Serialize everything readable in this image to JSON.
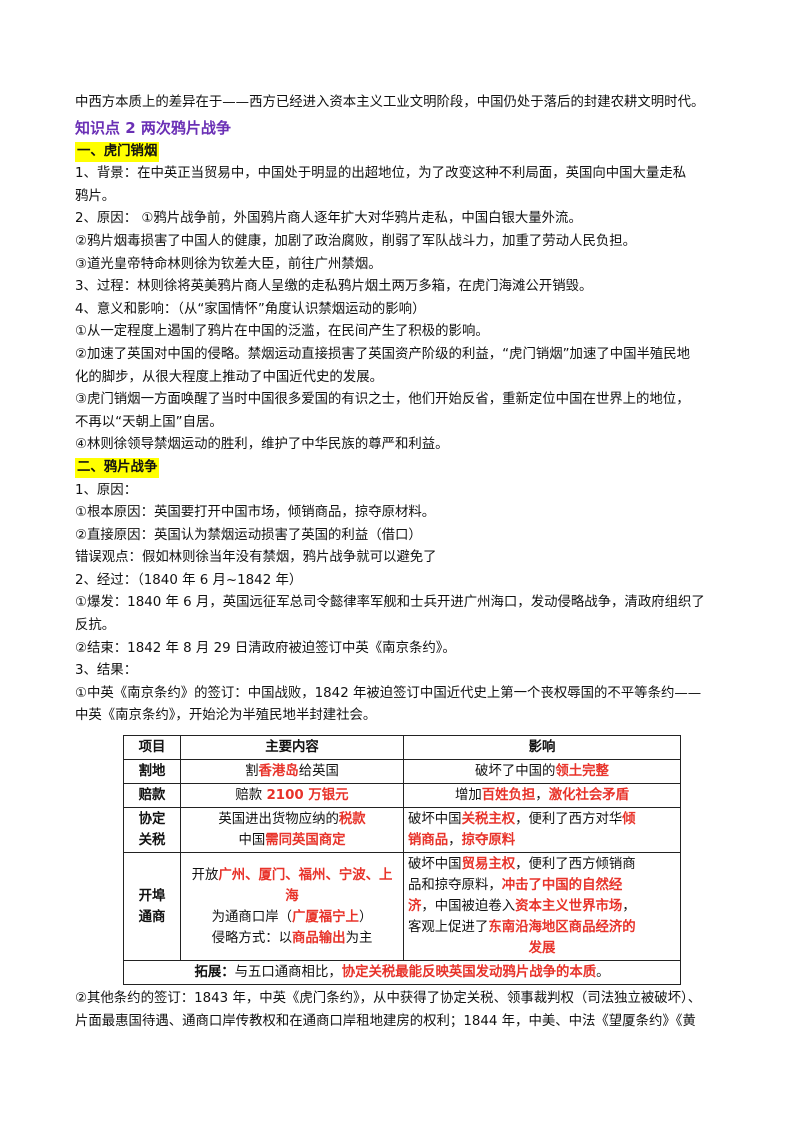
{
  "intro_line": "中西方本质上的差异在于——西方已经进入资本主义工业文明阶段，中国仍处于落后的封建农耕文明时代。",
  "kp_title": "知识点 2  两次鸦片战争",
  "sec1": {
    "title": "一、虎门销烟",
    "lines": [
      "1、背景：在中英正当贸易中，中国处于明显的出超地位，为了改变这种不利局面，英国向中国大量走私",
      "鸦片。",
      "2、原因：  ①鸦片战争前，外国鸦片商人逐年扩大对华鸦片走私，中国白银大量外流。",
      "②鸦片烟毒损害了中国人的健康，加剧了政治腐败，削弱了军队战斗力，加重了劳动人民负担。",
      "③道光皇帝特命林则徐为钦差大臣，前往广州禁烟。",
      "3、过程：林则徐将英美鸦片商人呈缴的走私鸦片烟土两万多箱，在虎门海滩公开销毁。",
      "4、意义和影响：（从“家国情怀”角度认识禁烟运动的影响）",
      "①从一定程度上遏制了鸦片在中国的泛滥，在民间产生了积极的影响。",
      "②加速了英国对中国的侵略。禁烟运动直接损害了英国资产阶级的利益，“虎门销烟”加速了中国半殖民地",
      "化的脚步，从很大程度上推动了中国近代史的发展。",
      "③虎门销烟一方面唤醒了当时中国很多爱国的有识之士，他们开始反省，重新定位中国在世界上的地位，",
      "不再以“天朝上国”自居。",
      "④林则徐领导禁烟运动的胜利，维护了中华民族的尊严和利益。"
    ]
  },
  "sec2": {
    "title": "二、鸦片战争",
    "lines": [
      "1、原因：",
      "①根本原因：英国要打开中国市场，倾销商品，掠夺原材料。",
      "②直接原因：英国认为禁烟运动损害了英国的利益（借口）",
      "错误观点：假如林则徐当年没有禁烟，鸦片战争就可以避免了",
      "2、经过：（1840 年 6 月~1842 年）",
      "①爆发：1840 年 6 月，英国远征军总司令懿律率军舰和士兵开进广州海口，发动侵略战争，清政府组织了",
      "反抗。",
      "②结束：1842 年 8 月 29 日清政府被迫签订中英《南京条约》。",
      "3、结果：",
      "①中英《南京条约》的签订：中国战败，1842 年被迫签订中国近代史上第一个丧权辱国的不平等条约——",
      "中英《南京条约》，开始沦为半殖民地半封建社会。"
    ]
  },
  "table": {
    "headers": [
      "项目",
      "主要内容",
      "影响"
    ],
    "rows": {
      "r1": {
        "label": "割地",
        "c1a": "割",
        "c1b": "香港岛",
        "c1c": "给英国",
        "c2a": "破坏了中国的",
        "c2b": "领土完整"
      },
      "r2": {
        "label": "赔款",
        "c1a": "赔款 ",
        "c1b": "2100 万银元",
        "c2a": "增加",
        "c2b": "百姓负担",
        "c2c": "，",
        "c2d": "激化社会矛盾"
      },
      "r3": {
        "label1": "协定",
        "label2": "关税",
        "c1a": "英国进出货物应纳的",
        "c1b": "税款",
        "c1c": "中国",
        "c1d": "需同英国商定",
        "c2a": "破坏中国",
        "c2b": "关税主权",
        "c2c": "，便利了西方对华",
        "c2d": "倾",
        "c2e": "销商品",
        "c2f": "，",
        "c2g": "掠夺原料"
      },
      "r4": {
        "label1": "开埠",
        "label2": "通商",
        "c1a": "开放",
        "c1b": "广州、厦门、福州、宁波、上海",
        "c1c": "为通商口岸（",
        "c1d": "广厦福宁上",
        "c1e": "）",
        "c1f": "侵略方式：以",
        "c1g": "商品输出",
        "c1h": "为主",
        "c2a": "破坏中国",
        "c2b": "贸易主权",
        "c2c": "，便利了西方倾销商",
        "c2d": "品和掠夺原料，",
        "c2e": "冲击了中国的自然经",
        "c2f": "济",
        "c2g": "，中国被迫卷入",
        "c2h": "资本主义世界市场",
        "c2i": "，",
        "c2j": "客观上促进了",
        "c2k": "东南沿海地区商品经济的",
        "c2l": "发展"
      },
      "ext": {
        "a": "拓展：",
        "b": "与五口通商相比，",
        "c": "协定关税最能反映英国发动鸦片战争的本质",
        "d": "。"
      }
    }
  },
  "bottom_lines": [
    "②其他条约的签订：1843 年，中英《虎门条约》，从中获得了协定关税、领事裁判权（司法独立被破坏）、",
    "片面最惠国待遇、通商口岸传教权和在通商口岸租地建房的权利；1844 年，中美、中法《望厦条约》《黄"
  ]
}
